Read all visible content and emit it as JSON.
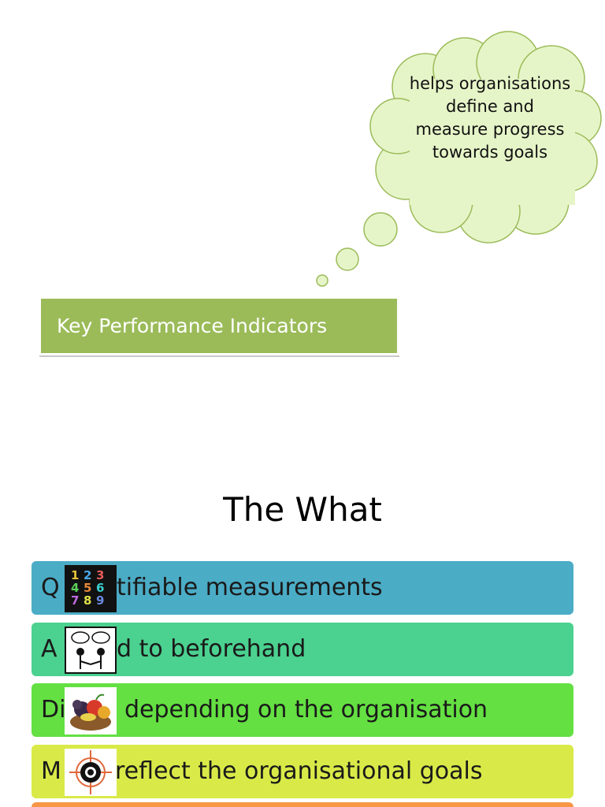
{
  "cloud": {
    "text_lines": [
      "helps organisations",
      "define and",
      "measure progress",
      "towards goals"
    ],
    "fill": "#e6f5c8",
    "stroke": "#9bbb59"
  },
  "kpi": {
    "label": "Key Performance Indicators",
    "color": "#9bbb59"
  },
  "section": {
    "title": "The What"
  },
  "bars": [
    {
      "first": "Q",
      "rest": "tifiable measurements",
      "color": "#4bacc6",
      "icon": "numbers-icon"
    },
    {
      "first": "A",
      "rest": "d to beforehand",
      "color": "#4bd190",
      "icon": "handshake-icon"
    },
    {
      "first": "Di",
      "rest": "depending on the organisation",
      "color": "#64e042",
      "icon": "fruit-basket-icon"
    },
    {
      "first": "M",
      "rest": "reflect the organisational goals",
      "color": "#d9ea48",
      "icon": "target-icon"
    }
  ]
}
